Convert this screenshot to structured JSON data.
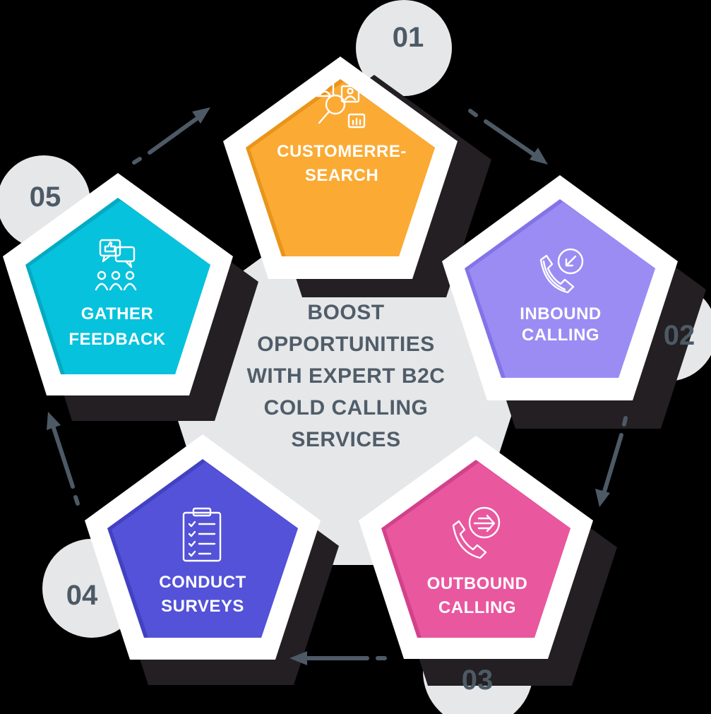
{
  "center": {
    "lines": [
      "BOOST",
      "OPPORTUNITIES",
      "WITH EXPERT B2C",
      "COLD CALLING",
      "SERVICES"
    ]
  },
  "steps": [
    {
      "number": "01",
      "lines": [
        "CUSTOMERRE-",
        "SEARCH"
      ],
      "color": "#fbaa33",
      "dark": "#e8951a",
      "icon": "research-icon"
    },
    {
      "number": "02",
      "lines": [
        "INBOUND",
        "CALLING"
      ],
      "color": "#9b8cf4",
      "dark": "#8373e8",
      "icon": "inbound-call-icon"
    },
    {
      "number": "03",
      "lines": [
        "OUTBOUND",
        "CALLING"
      ],
      "color": "#e9579f",
      "dark": "#d1428b",
      "icon": "outbound-call-icon"
    },
    {
      "number": "04",
      "lines": [
        "CONDUCT",
        "SURVEYS"
      ],
      "color": "#5352d8",
      "dark": "#4241c2",
      "icon": "survey-clipboard-icon"
    },
    {
      "number": "05",
      "lines": [
        "GATHER",
        "FEEDBACK"
      ],
      "color": "#07c2dc",
      "dark": "#04aac2",
      "icon": "feedback-icon"
    }
  ],
  "colors": {
    "background": "#000000",
    "hub": "#e6e7e9",
    "number_circle": "#e6e7e9",
    "arrow": "#4d5a66",
    "shadow": "#231f23",
    "frame": "#ffffff"
  }
}
